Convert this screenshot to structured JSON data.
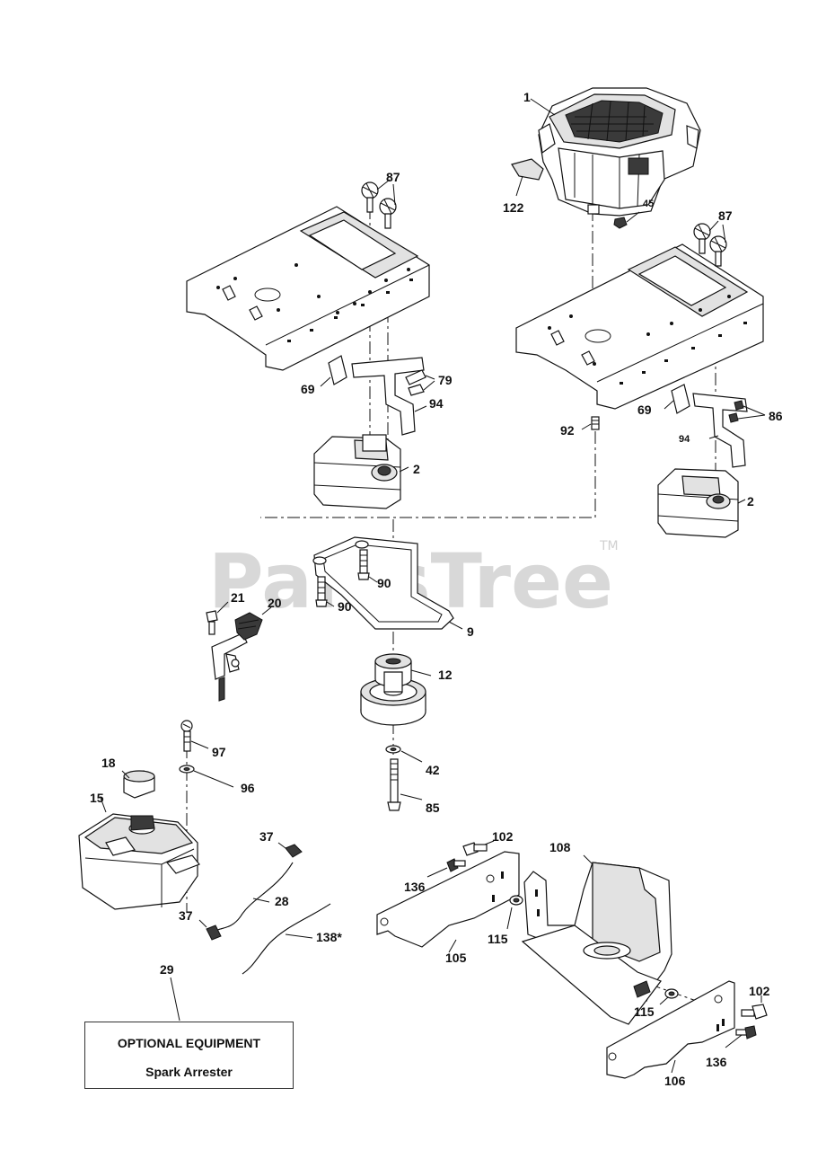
{
  "watermark": {
    "text": "PartsTree",
    "trademark": "TM"
  },
  "optional_equipment": {
    "title": "OPTIONAL EQUIPMENT",
    "item": "Spark Arrester"
  },
  "callouts": {
    "c1": "1",
    "c122": "122",
    "c45": "45",
    "c87_left": "87",
    "c87_right": "87",
    "c79": "79",
    "c69_left": "69",
    "c94_left": "94",
    "c2_left": "2",
    "c92": "92",
    "c69_right": "69",
    "c86": "86",
    "c94_right": "94",
    "c2_right": "2",
    "c90_top": "90",
    "c90_bottom": "90",
    "c9": "9",
    "c12": "12",
    "c21": "21",
    "c20": "20",
    "c97": "97",
    "c96": "96",
    "c18": "18",
    "c15": "15",
    "c42": "42",
    "c85": "85",
    "c37_top": "37",
    "c37_bottom": "37",
    "c28": "28",
    "c138": "138*",
    "c29": "29",
    "c102_top": "102",
    "c136_left": "136",
    "c105": "105",
    "c115_left": "115",
    "c108": "108",
    "c115_right": "115",
    "c102_right": "102",
    "c136_right": "136",
    "c106": "106"
  },
  "colors": {
    "line": "#111111",
    "watermark": "#d8d8d8",
    "shade": "#e2e2e2",
    "dark": "#3a3a3a"
  }
}
